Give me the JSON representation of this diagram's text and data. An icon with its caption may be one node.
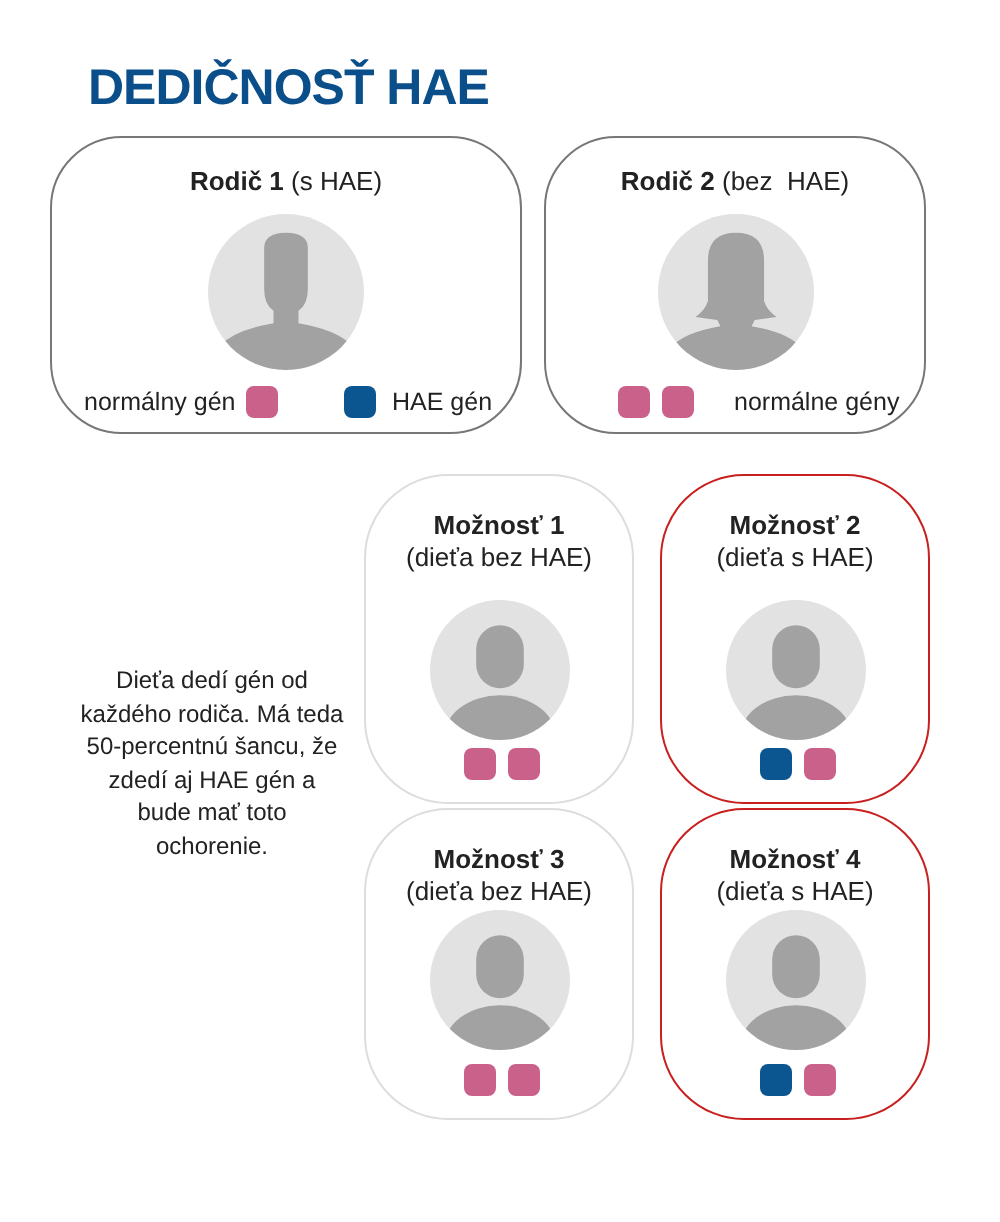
{
  "diagram": {
    "title": "DEDIČNOSŤ HAE",
    "nodes": [
      {
        "text": [
          "**Rodič 1** (s HAE)"
        ]
      },
      {
        "text": [
          "**Rodič 2** (bez  HAE)",
          "normálne gény"
        ]
      },
      {
        "text": [
          "Možnosť 1",
          "(dieťa bez HAE)"
        ]
      },
      {
        "text": [
          "Možnosť 2",
          "(dieťa s HAE)"
        ]
      },
      {
        "text": [
          "Možnosť 3",
          "(dieťa bez HAE)"
        ]
      },
      {
        "text": [
          "Možnosť 4",
          "(dieťa s HAE)"
        ]
      }
    ],
    "edges": [],
    "labels": [
      "Dieťa dedí gén od každého rodiča. Má teda 50-percentnú šancu, že zdedí aj HAE gén a bude mať toto ochorenie."
    ],
    "legend": [
      {
        "text": "normálny gén",
        "color": "#c9618a"
      },
      {
        "text": "HAE gén",
        "color": "#0b5591"
      }
    ]
  }
}
